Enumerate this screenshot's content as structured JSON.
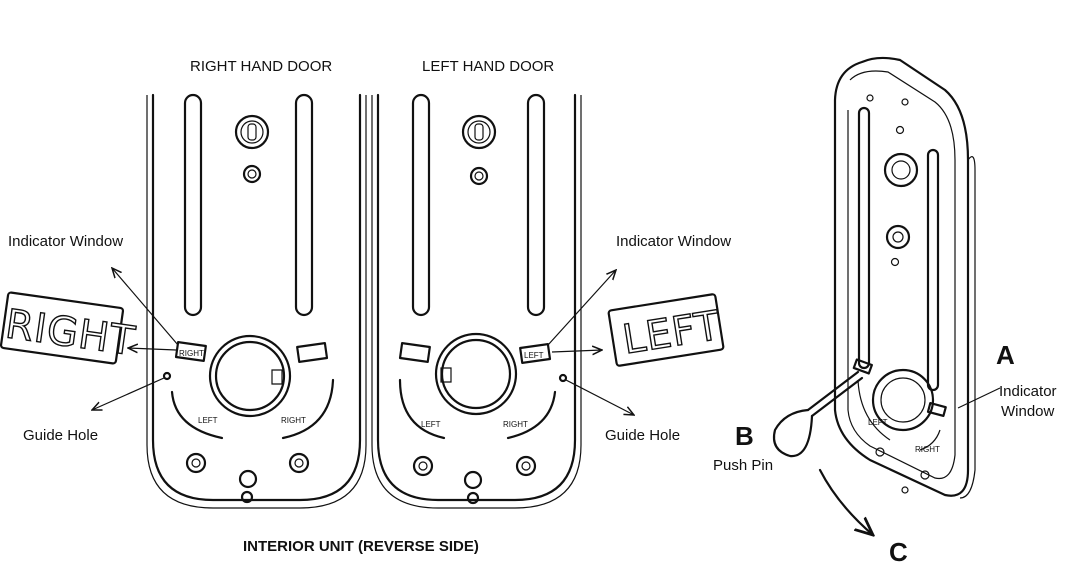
{
  "headings": {
    "right_hand_door": "RIGHT HAND DOOR",
    "left_hand_door": "LEFT HAND DOOR",
    "caption": "INTERIOR UNIT (REVERSE SIDE)"
  },
  "callouts": {
    "indicator_window_left": "Indicator Window",
    "indicator_window_right": "Indicator Window",
    "guide_hole_left": "Guide Hole",
    "guide_hole_right": "Guide Hole",
    "indicator_window_3d_line1": "Indicator",
    "indicator_window_3d_line2": "Window",
    "push_pin": "Push Pin"
  },
  "stamps": {
    "right": "RIGHT",
    "left": "LEFT"
  },
  "plate_marks": {
    "left": "LEFT",
    "right": "RIGHT",
    "right_small": "RIGHT",
    "left_small": "LEFT"
  },
  "letters": {
    "a": "A",
    "b": "B",
    "c": "C"
  }
}
